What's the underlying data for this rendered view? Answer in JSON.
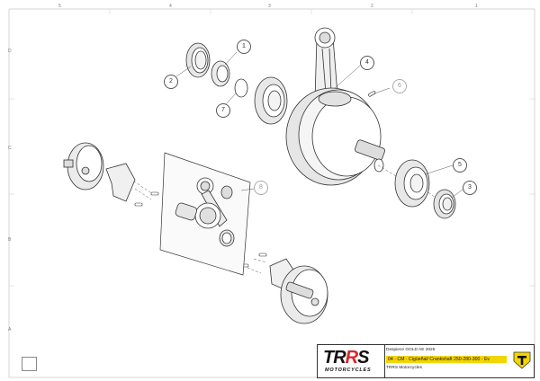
{
  "grid": {
    "top_columns": [
      "5",
      "4",
      "3",
      "2",
      "1"
    ],
    "left_rows": [
      "D",
      "C",
      "B",
      "A"
    ]
  },
  "callouts": [
    {
      "number": "1",
      "style": "normal"
    },
    {
      "number": "2",
      "style": "normal"
    },
    {
      "number": "3",
      "style": "normal"
    },
    {
      "number": "4",
      "style": "normal"
    },
    {
      "number": "5",
      "style": "normal"
    },
    {
      "number": "6",
      "style": "light"
    },
    {
      "number": "7",
      "style": "normal"
    },
    {
      "number": "8",
      "style": "light"
    }
  ],
  "title_block": {
    "logo_text": "TRRS",
    "logo_subtext": "MOTORCYCLES",
    "drawing_ref": "Despiece GOLD AE 2025",
    "drawing_title": "04 · CM · Cigüeñal/ Crankshaft 250-280-300 · Ev",
    "company": "TRRS Motorcycles"
  },
  "colors": {
    "accent_yellow": "#f3d600",
    "line": "#333333",
    "brand_red": "#d8262b"
  },
  "icons": {
    "home": "home-icon",
    "badge": "shield-badge-icon"
  }
}
